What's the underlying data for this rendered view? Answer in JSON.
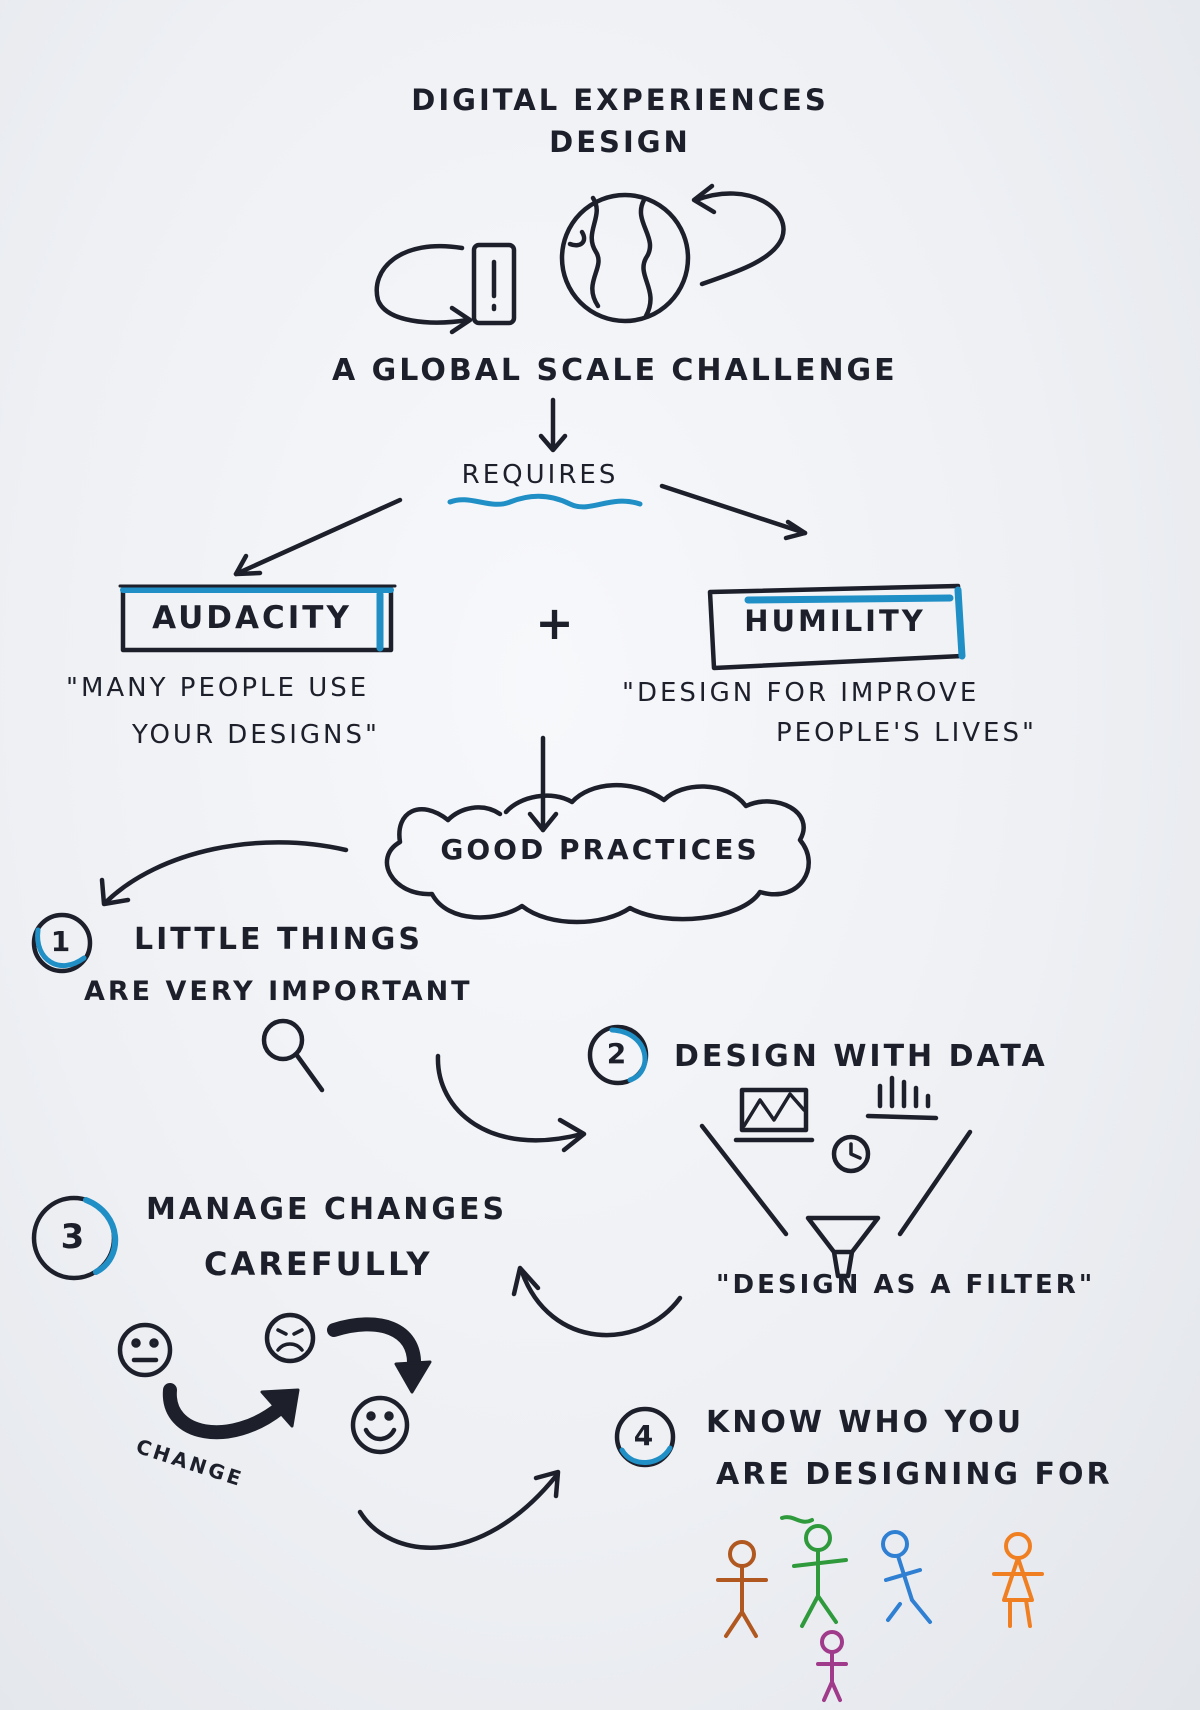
{
  "title": {
    "line1": "DIGITAL EXPERIENCES",
    "line2": "DESIGN"
  },
  "challenge": "A  GLOBAL SCALE CHALLENGE",
  "requires": "REQUIRES",
  "plus": "+",
  "audacity": {
    "label": "AUDACITY",
    "quote_line1": "\"MANY PEOPLE USE",
    "quote_line2": "YOUR DESIGNS\""
  },
  "humility": {
    "label": "HUMILITY",
    "quote_line1": "\"DESIGN FOR IMPROVE",
    "quote_line2": "PEOPLE'S LIVES\""
  },
  "good_practices": "GOOD PRACTICES",
  "practices": [
    {
      "number": "1",
      "line1": "LITTLE THINGS",
      "line2": "ARE VERY IMPORTANT"
    },
    {
      "number": "2",
      "line1": "DESIGN WITH DATA",
      "quote": "\"DESIGN AS A FILTER\""
    },
    {
      "number": "3",
      "line1": "MANAGE CHANGES",
      "line2": "CAREFULLY",
      "arrow_label": "CHANGE"
    },
    {
      "number": "4",
      "line1": "KNOW WHO YOU",
      "line2": "ARE DESIGNING FOR"
    }
  ],
  "icons": [
    "phone-icon",
    "globe-icon",
    "magnifier-icon",
    "chart-icon",
    "clock-icon",
    "bar-chart-icon",
    "funnel-icon",
    "neutral-face-icon",
    "angry-face-icon",
    "happy-face-icon",
    "person-icon"
  ],
  "colors": {
    "ink": "#1d1f2b",
    "blue": "#1f8fc6",
    "people": [
      "#b0581f",
      "#2f9a3c",
      "#2f7fd2",
      "#f07f22",
      "#a03a8a"
    ]
  }
}
